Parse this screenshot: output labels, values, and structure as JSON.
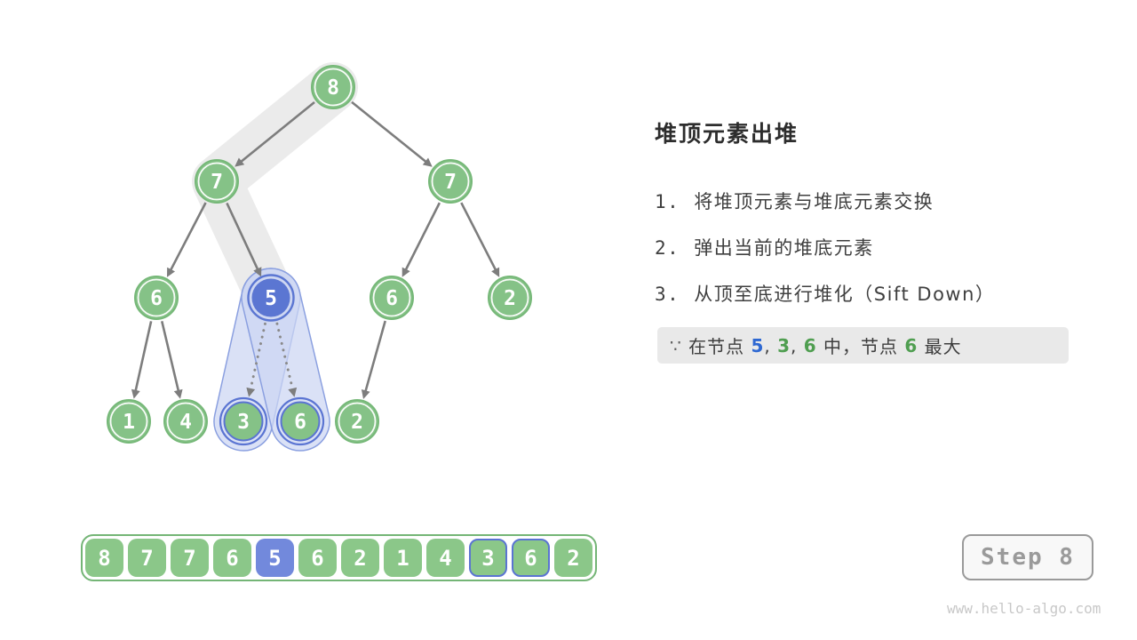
{
  "panel": {
    "title": "堆顶元素出堆",
    "steps": [
      {
        "prefix": "1.",
        "text": "将堆顶元素与堆底元素交换"
      },
      {
        "prefix": "2.",
        "text": "弹出当前的堆底元素"
      },
      {
        "prefix": "3.",
        "text": "从顶至底进行堆化（Sift Down）"
      }
    ],
    "note_segments": [
      {
        "text": "∵ ",
        "color": "#5f5f5f",
        "bold": false
      },
      {
        "text": "在节点 ",
        "color": "#3d3d3d",
        "bold": false
      },
      {
        "text": "5",
        "color": "#2e68d2",
        "bold": true
      },
      {
        "text": ", ",
        "color": "#3d3d3d",
        "bold": false
      },
      {
        "text": "3",
        "color": "#4f9e50",
        "bold": true
      },
      {
        "text": ", ",
        "color": "#3d3d3d",
        "bold": false
      },
      {
        "text": "6",
        "color": "#4f9e50",
        "bold": true
      },
      {
        "text": " 中，节点 ",
        "color": "#3d3d3d",
        "bold": false
      },
      {
        "text": "6",
        "color": "#4f9e50",
        "bold": true
      },
      {
        "text": " 最大",
        "color": "#3d3d3d",
        "bold": false
      }
    ]
  },
  "tree": {
    "nodes": [
      {
        "value": "8",
        "style": "green"
      },
      {
        "value": "7",
        "style": "green"
      },
      {
        "value": "7",
        "style": "green"
      },
      {
        "value": "6",
        "style": "green"
      },
      {
        "value": "5",
        "style": "blue"
      },
      {
        "value": "6",
        "style": "green"
      },
      {
        "value": "2",
        "style": "green"
      },
      {
        "value": "1",
        "style": "green"
      },
      {
        "value": "4",
        "style": "green"
      },
      {
        "value": "3",
        "style": "green-ring"
      },
      {
        "value": "6",
        "style": "green-ring"
      },
      {
        "value": "2",
        "style": "green"
      }
    ]
  },
  "array": {
    "cells": [
      {
        "value": "8",
        "style": "green"
      },
      {
        "value": "7",
        "style": "green"
      },
      {
        "value": "7",
        "style": "green"
      },
      {
        "value": "6",
        "style": "green"
      },
      {
        "value": "5",
        "style": "blue"
      },
      {
        "value": "6",
        "style": "green"
      },
      {
        "value": "2",
        "style": "green"
      },
      {
        "value": "1",
        "style": "green"
      },
      {
        "value": "4",
        "style": "green"
      },
      {
        "value": "3",
        "style": "ring"
      },
      {
        "value": "6",
        "style": "ring"
      },
      {
        "value": "2",
        "style": "green"
      }
    ]
  },
  "step_badge": {
    "label": "Step 8"
  },
  "watermark": "www.hello-algo.com",
  "colors": {
    "node_green": "#85c287",
    "node_green_stroke": "#76b878",
    "node_blue": "#5b76d2",
    "ring_blue": "#5a74d2",
    "inner_ring_white": "#ffffff",
    "capsule_fill": "#ccd5f2",
    "capsule_stroke": "#8ba0e0",
    "band_gray": "#e6e6e6",
    "arrow_gray": "#7d7d7d",
    "dotted_gray": "#8a8a8a",
    "node_text": "#ffffff"
  }
}
